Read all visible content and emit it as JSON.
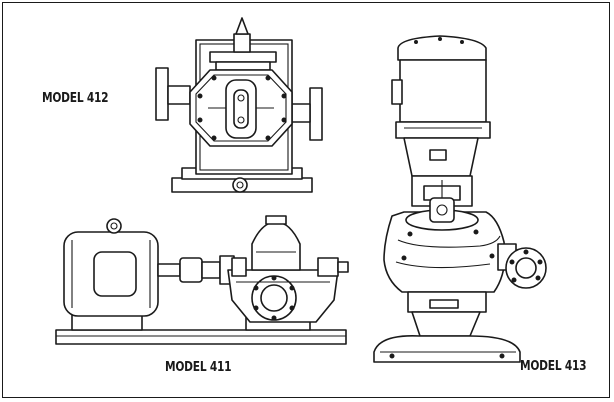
{
  "labels": {
    "model_412": "MODEL 412",
    "model_411": "MODEL 411",
    "model_413": "MODEL 413"
  },
  "colors": {
    "line": "#1a1a1a",
    "background": "#ffffff"
  }
}
